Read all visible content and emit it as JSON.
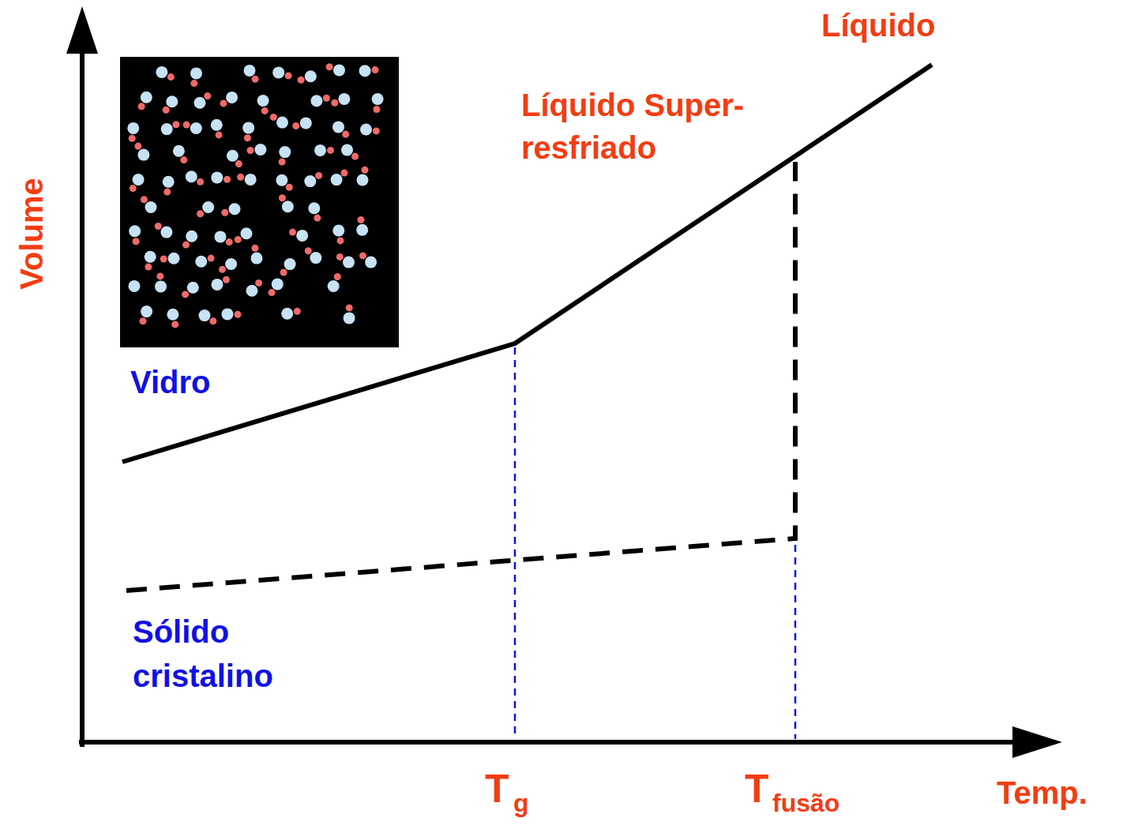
{
  "diagram": {
    "labels": [
      "Volume",
      "Líquido",
      "Líquido Super-resfriado",
      "Vidro",
      "Sólido cristalino",
      "T",
      "g",
      "T",
      "fusão",
      "Temp."
    ]
  }
}
